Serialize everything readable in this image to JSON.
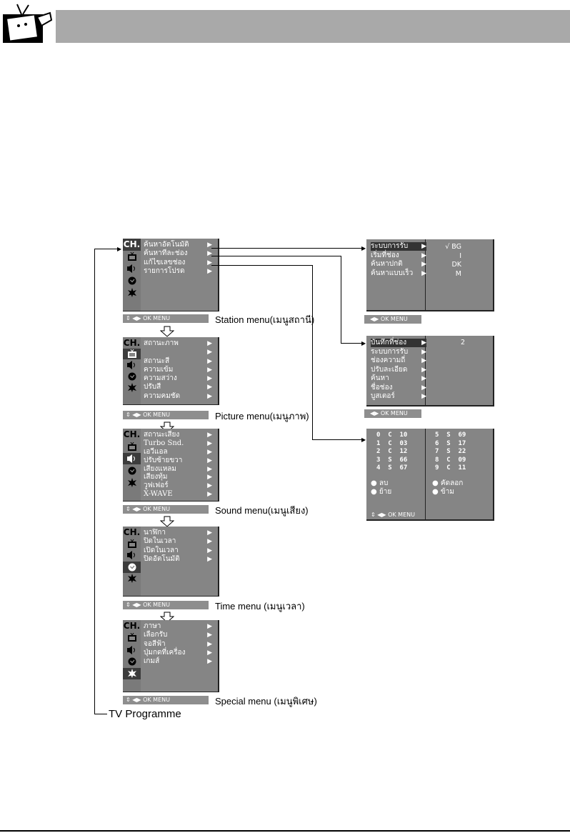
{
  "footer_hint": "◀▶ OK  MENU",
  "footer_hint_updown": "⇕ ◀▶ OK  MENU",
  "side_icons": [
    "CH.",
    "tv-icon",
    "speaker-icon",
    "clock-icon",
    "special-icon"
  ],
  "menus": [
    {
      "name": "station",
      "label": "Station menu(เมนูสถานี)",
      "active": 0,
      "items": [
        "ค้นหาอัตโนมัติ",
        "ค้นหาทีละช่อง",
        "แก้ไขเลขช่อง",
        "รายการโปรด"
      ]
    },
    {
      "name": "picture",
      "label": "Picture menu(เมนูภาพ)",
      "active": 1,
      "items": [
        "สถานะภาพ",
        "",
        "สถานะสี",
        "ความเข้ม",
        "ความสว่าง",
        "ปรับสี",
        "ความคมชัด"
      ]
    },
    {
      "name": "sound",
      "label": "Sound menu(เมนูเสียง)",
      "active": 2,
      "items": [
        "สถานะเสียง",
        "Turbo Snd.",
        "เอวีแอล",
        "ปรับซ้ายขวา",
        "เสียงแหลม",
        "เสียงทุ้ม",
        "วูฟเฟอร์",
        "X-WAVE"
      ]
    },
    {
      "name": "time",
      "label": "Time menu (เมนูเวลา)",
      "active": 3,
      "items": [
        "นาฬิกา",
        "ปิดในเวลา",
        "เปิดในเวลา",
        "ปิดอัตโนมัติ"
      ]
    },
    {
      "name": "special",
      "label": "Special menu (เมนูพิเศษ)",
      "active": 4,
      "items": [
        "ภาษา",
        "เลือกรับ",
        "จอสีฟ้า",
        "ปุ่มกดที่เครื่อง",
        "เกมส์"
      ]
    }
  ],
  "auto_search_panel": {
    "items": [
      "ระบบการรับ",
      "เริ่มที่ช่อง",
      "ค้นหาปกติ",
      "ค้นหาแบบเร็ว"
    ],
    "values": [
      "√ BG",
      "I",
      "DK",
      "M"
    ]
  },
  "manual_search_panel": {
    "items": [
      "บันทึกที่ช่อง",
      "ระบบการรับ",
      "ช่องความถี่",
      "ปรับละเอียด",
      "ค้นหา",
      "ชื่อช่อง",
      "บูสเตอร์"
    ],
    "value": "2"
  },
  "edit_panel": {
    "left": [
      "0  C  10",
      "1  C  03",
      "2  C  12",
      "3  S  66",
      "4  S  67"
    ],
    "right": [
      "5  S  69",
      "6  S  17",
      "7  S  22",
      "8  C  09",
      "9  C  11"
    ],
    "actions_left": [
      "● ลบ",
      "● ย้าย"
    ],
    "actions_right": [
      "● คัดลอก",
      "● ข้าม"
    ]
  },
  "tv_programme": "TV Programme"
}
